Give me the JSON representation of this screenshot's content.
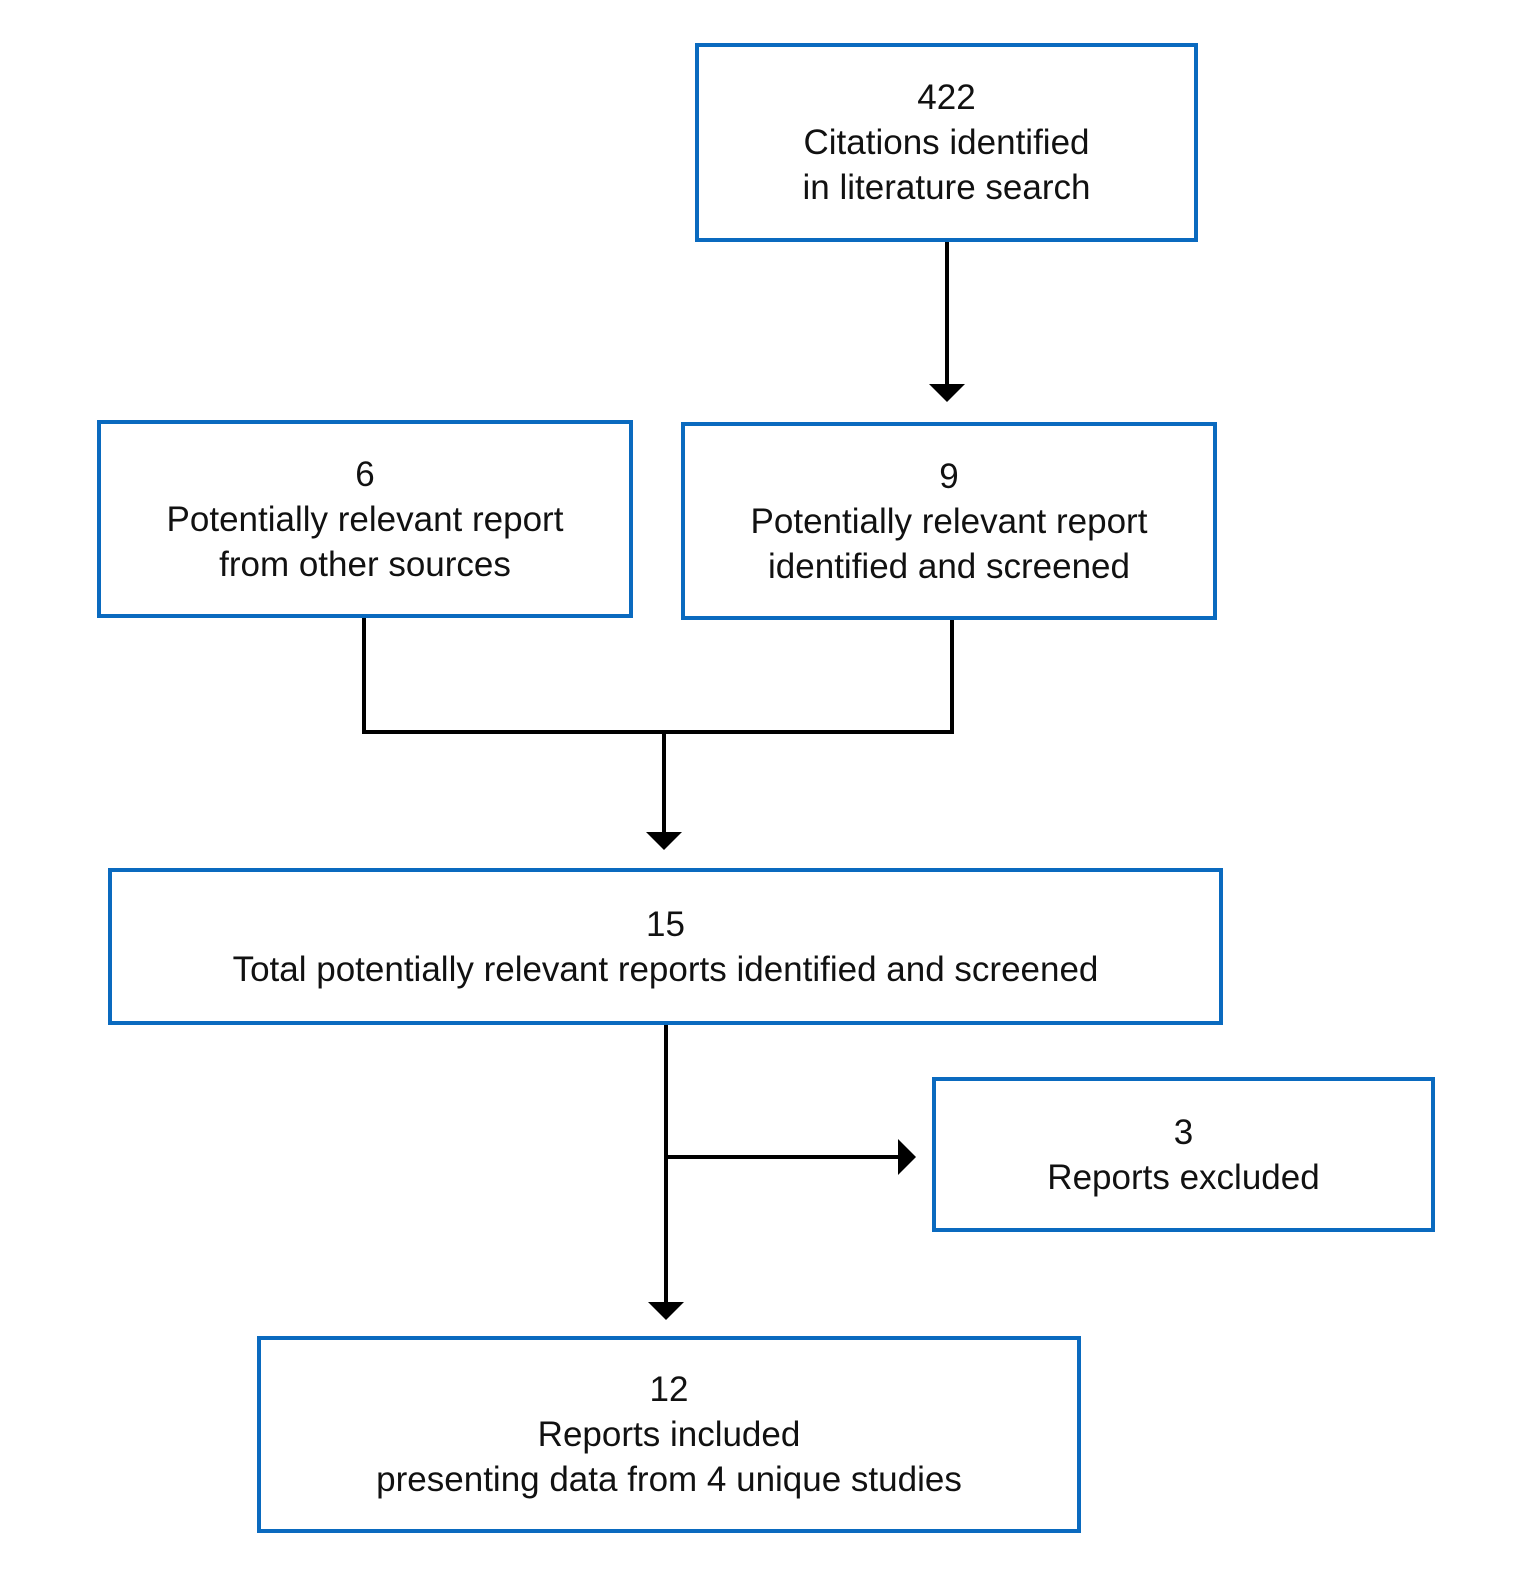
{
  "diagram": {
    "type": "flowchart",
    "colors": {
      "box_border": "#0a6abf",
      "connector": "#000000",
      "text": "#111111",
      "background": "#ffffff"
    },
    "boxes": {
      "literature_search": {
        "count": "422",
        "line1": "Citations identified",
        "line2": "in literature search"
      },
      "other_sources": {
        "count": "6",
        "line1": "Potentially relevant report",
        "line2": "from other sources"
      },
      "identified_screened": {
        "count": "9",
        "line1": "Potentially relevant report",
        "line2": "identified and screened"
      },
      "total_screened": {
        "count": "15",
        "line1": "Total potentially relevant reports identified and screened"
      },
      "excluded": {
        "count": "3",
        "line1": "Reports excluded"
      },
      "included": {
        "count": "12",
        "line1": "Reports included",
        "line2": "presenting data from 4 unique studies"
      }
    },
    "edges": [
      {
        "from": "literature_search",
        "to": "identified_screened"
      },
      {
        "from": "other_sources",
        "to": "total_screened"
      },
      {
        "from": "identified_screened",
        "to": "total_screened"
      },
      {
        "from": "total_screened",
        "to": "excluded"
      },
      {
        "from": "total_screened",
        "to": "included"
      }
    ]
  }
}
